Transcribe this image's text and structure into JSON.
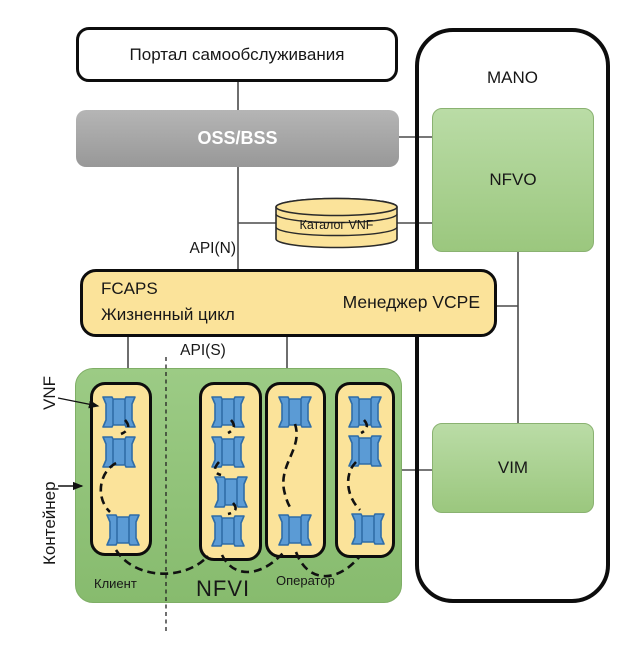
{
  "portal": {
    "label": "Портал самообслуживания"
  },
  "oss": {
    "label": "OSS/BSS"
  },
  "mano": {
    "label": "MANO",
    "nfvo_label": "NFVO",
    "vim_label": "VIM"
  },
  "catalog": {
    "label": "Каталог VNF"
  },
  "api": {
    "north": "API(N)",
    "south": "API(S)"
  },
  "vcpe_manager": {
    "line1": "FCAPS",
    "line2": "Жизненный цикл",
    "title": "Менеджер VCPE"
  },
  "callouts": {
    "vnf": "VNF",
    "container": "Контейнер"
  },
  "nfvi": {
    "label": "NFVI",
    "client_label": "Клиент",
    "operator_label": "Оператор",
    "columns": [
      {
        "name": "client-pod",
        "vnf_count": 3
      },
      {
        "name": "pod-2",
        "vnf_count": 4
      },
      {
        "name": "pod-3",
        "vnf_count": 2
      },
      {
        "name": "operator-pod",
        "vnf_count": 3
      }
    ]
  },
  "icons": {
    "vnf_instance": "vnf-icon"
  },
  "colors": {
    "yellow_box": "#fbe39a",
    "green_node": "#a9d18e",
    "nfvi_green": "#93c47d",
    "oss_gray": "#a6a6a6",
    "vnf_icon_blue": "#5b9bd5",
    "vnf_icon_stroke": "#2f6da8",
    "line_black": "#0d0d0d"
  }
}
